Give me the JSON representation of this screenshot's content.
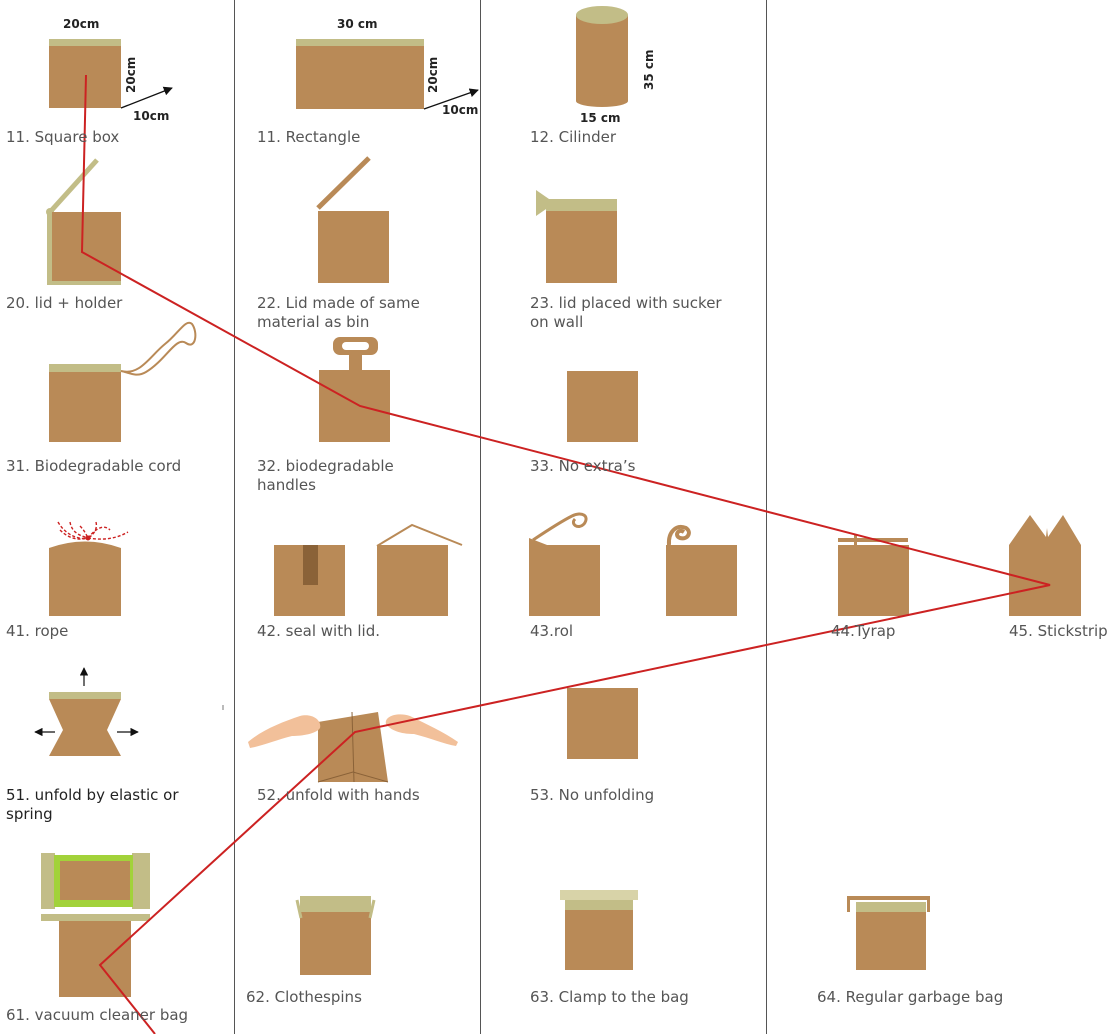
{
  "colors": {
    "cardboard": "#b98a57",
    "cardboard_dark": "#8a6238",
    "lid": "#c2bd87",
    "red": "#cc2222",
    "green": "#a2d23a",
    "skin": "#f2c09a",
    "divider": "#555555"
  },
  "dimensions": {
    "square_top": "20cm",
    "square_side": "20cm",
    "square_depth": "10cm",
    "rect_top": "30 cm",
    "rect_side": "20cm",
    "rect_depth": "10cm",
    "cyl_height": "35 cm",
    "cyl_bottom": "15 cm"
  },
  "labels": {
    "l11a": "11. Square box",
    "l11b": "11. Rectangle",
    "l12": "12. Cilinder",
    "l20": "20. lid + holder",
    "l22a": "22. Lid made of same",
    "l22b": "material as bin",
    "l23a": "23. lid placed with sucker",
    "l23b": "on wall",
    "l31": "31. Biodegradable cord",
    "l32a": "32. biodegradable",
    "l32b": "handles",
    "l33": "33. No extra’s",
    "l41": "41. rope",
    "l42": "42. seal with lid.",
    "l43": "43.rol",
    "l44": "44.Tyrap",
    "l45": "45. Stickstrip",
    "l51a": "51. unfold by elastic or",
    "l51b": "spring",
    "l52": "52. unfold with hands",
    "l53": "53. No unfolding",
    "l61": "61. vacuum cleaner bag",
    "l62": "62.  Clothespins",
    "l63": "63. Clamp to the bag",
    "l64": "64. Regular garbage bag"
  }
}
